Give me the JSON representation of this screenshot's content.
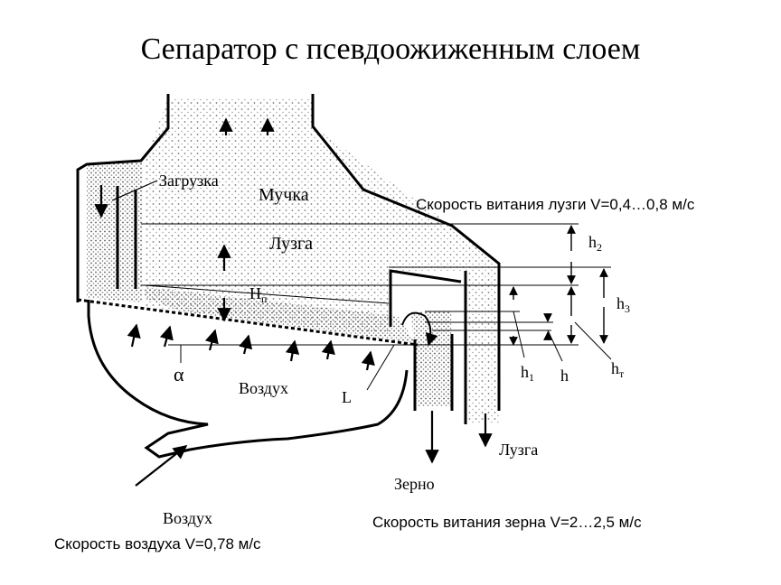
{
  "title": "Сепаратор  с псевдоожиженным слоем",
  "labels": {
    "loading": "Загрузка",
    "flour": "Мучка",
    "husk_layer": "Лузга",
    "air_inside": "Воздух",
    "alpha": "α",
    "L": "L",
    "H": "H",
    "H_sub": "п",
    "h2": "h",
    "h2_sub": "2",
    "h3": "h",
    "h3_sub": "3",
    "h1": "h",
    "h1_sub": "1",
    "h": "h",
    "ht": "h",
    "ht_sub": "т",
    "husk_out": "Лузга",
    "grain_out": "Зерно",
    "air_in": "Воздух"
  },
  "notes": {
    "husk_speed": "Скорость витания лузги V=0,4…0,8 м/с",
    "grain_speed": "Скорость витания зерна V=2…2,5 м/с",
    "air_speed": "Скорость воздуха V=0,78 м/с"
  },
  "colors": {
    "stroke": "#000000",
    "particles": "#8a8a8a",
    "background": "#ffffff"
  }
}
